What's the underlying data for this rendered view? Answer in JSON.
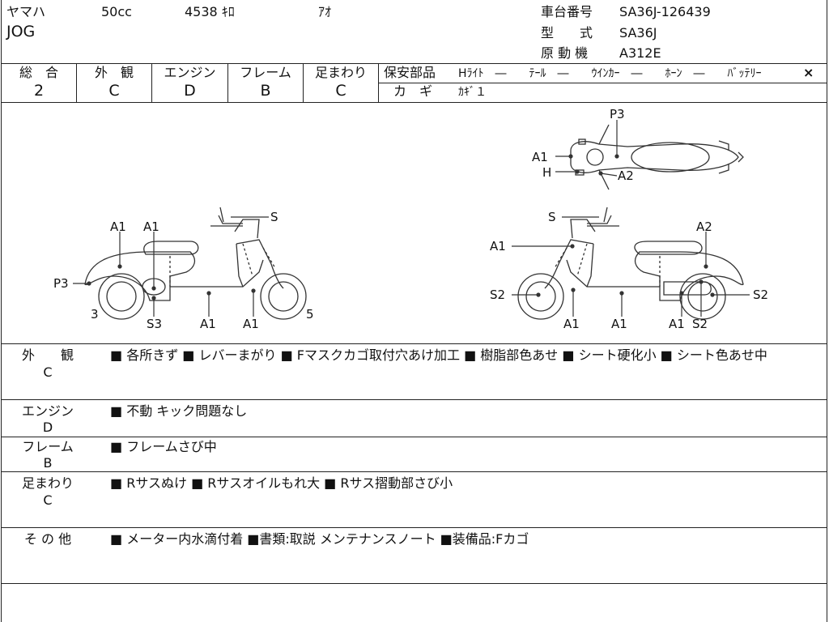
{
  "header": {
    "maker": "ヤマハ",
    "displacement": "50cc",
    "mileage": "4538 ｷﾛ",
    "color": "ｱｵ",
    "model": "JOG",
    "frame_label": "車台番号",
    "frame_value": "SA36J-126439",
    "type_label": "型　　式",
    "type_value": "SA36J",
    "engine_label": "原 動 機",
    "engine_value": "A312E"
  },
  "grades": {
    "overall_label": "総　合",
    "overall_value": "2",
    "exterior_label": "外　観",
    "exterior_value": "C",
    "engine_label": "エンジン",
    "engine_value": "D",
    "frame_label": "フレーム",
    "frame_value": "B",
    "suspension_label": "足まわり",
    "suspension_value": "C"
  },
  "safety": {
    "title": "保安部品",
    "items": "Hﾗｲﾄ　―　　ﾃｰﾙ　―　　ｳｲﾝｶｰ　―　　ﾎｰﾝ　―　　ﾊﾞｯﾃﾘｰ",
    "battery_mark": "×",
    "key_label": "カ　ギ",
    "key_value": "ｶｷﾞ１"
  },
  "diagram": {
    "top": {
      "p3": "P3",
      "a1": "A1",
      "h": "H",
      "a2": "A2"
    },
    "left": {
      "a1a": "A1",
      "a1b": "A1",
      "s": "S",
      "p3": "P3",
      "n3": "3",
      "s3": "S3",
      "a1c": "A1",
      "a1d": "A1",
      "n5": "5"
    },
    "right": {
      "s": "S",
      "a2": "A2",
      "a1a": "A1",
      "s2a": "S2",
      "s2b": "S2",
      "a1b": "A1",
      "a1c": "A1",
      "a1d": "A1",
      "s2c": "S2"
    }
  },
  "sections": [
    {
      "label": "外　　観",
      "grade": "C",
      "text": "■ 各所きず ■ レバーまがり ■ Fマスクカゴ取付穴あけ加工 ■ 樹脂部色あせ ■ シート硬化小 ■ シート色あせ中"
    },
    {
      "label": "エンジン",
      "grade": "D",
      "text": "■ 不動 キック問題なし"
    },
    {
      "label": "フレーム",
      "grade": "B",
      "text": "■ フレームさび中"
    },
    {
      "label": "足まわり",
      "grade": "C",
      "text": "■ Rサスぬけ ■ Rサスオイルもれ大 ■ Rサス摺動部さび小"
    },
    {
      "label": "そ の 他",
      "grade": "",
      "text": "■ メーター内水滴付着 ■書類:取説 メンテナンスノート ■装備品:Fカゴ"
    }
  ]
}
